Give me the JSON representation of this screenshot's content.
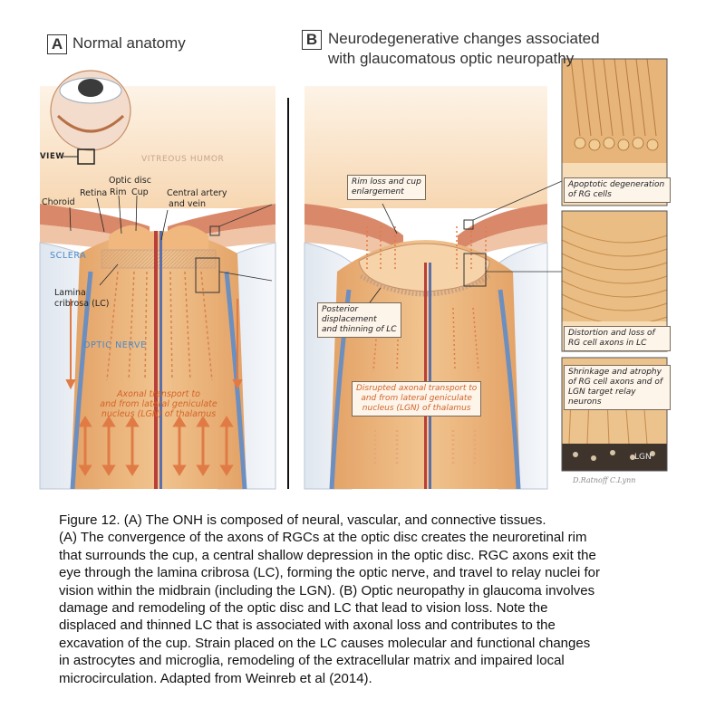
{
  "panel_a": {
    "tag": "A",
    "title": "Normal anatomy",
    "labels": {
      "view": "VIEW",
      "vitreous": "VITREOUS HUMOR",
      "optic_disc": "Optic disc",
      "rim": "Rim",
      "cup": "Cup",
      "retina": "Retina",
      "choroid": "Choroid",
      "central_artery_1": "Central artery",
      "central_artery_2": "and vein",
      "sclera": "SCLERA",
      "lamina_1": "Lamina",
      "lamina_2": "cribrosa (LC)",
      "optic_nerve": "OPTIC NERVE",
      "axonal_1": "Axonal transport to",
      "axonal_2": "and from lateral geniculate",
      "axonal_3": "nucleus (LGN) of thalamus"
    }
  },
  "panel_b": {
    "tag": "B",
    "title_line1": "Neurodegenerative changes associated",
    "title_line2": "with glaucomatous optic neuropathy",
    "callouts": {
      "rim_loss_1": "Rim loss and cup",
      "rim_loss_2": "enlargement",
      "posterior_1": "Posterior",
      "posterior_2": "displacement",
      "posterior_3": "and thinning of LC",
      "disrupted_1": "Disrupted axonal transport to",
      "disrupted_2": "and from lateral geniculate",
      "disrupted_3": "nucleus (LGN) of thalamus"
    },
    "insets": {
      "apoptotic_1": "Apoptotic degeneration",
      "apoptotic_2": "of RG cells",
      "distortion_1": "Distortion and loss of",
      "distortion_2": "RG cell axons in LC",
      "shrinkage_1": "Shrinkage and atrophy",
      "shrinkage_2": "of RG cell axons and of",
      "shrinkage_3": "LGN target relay neurons",
      "lgn": "LGN"
    },
    "signature": "D.Ratnoff   C.Lynn"
  },
  "caption": "Figure 12. (A) The ONH is composed of neural, vascular, and connective tissues.\n(A) The convergence of the axons of RGCs at the optic disc creates the neuroretinal rim\nthat surrounds the cup, a central shallow depression in the optic disc. RGC axons exit the\neye through the lamina cribrosa (LC), forming the optic nerve, and travel to relay nuclei for\nvision within the midbrain (including the LGN). (B) Optic neuropathy in glaucoma involves\ndamage and remodeling of the optic disc and LC that lead to vision loss. Note the\ndisplaced and thinned LC that is associated with axonal loss and contributes to the\nexcavation of the cup. Strain placed on the LC causes molecular and functional changes\n in astrocytes and microglia, remodeling of the extracellular matrix and impaired local\nmicrocirculation. Adapted from Weinreb et al (2014).",
  "colors": {
    "nerve": "#e8b072",
    "nerve_light": "#f4d2a6",
    "vitreous": "#fbe7d0",
    "sclera": "#e9edf3",
    "arrow": "#e07b45",
    "text_orange": "#d2652a",
    "text_blue": "#4a89c8"
  }
}
